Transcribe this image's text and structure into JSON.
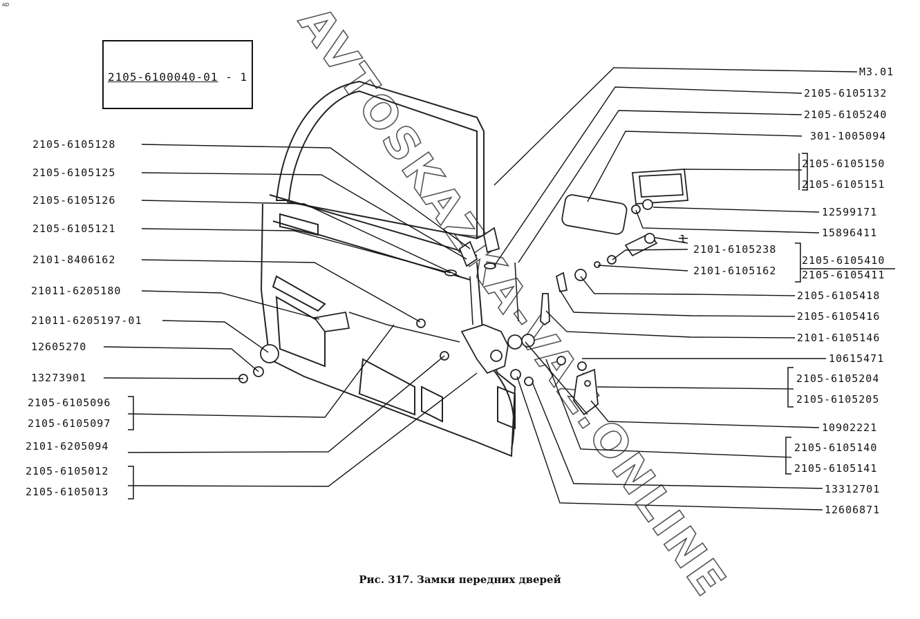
{
  "corner_mark": "AD",
  "assembly_box": {
    "label": "2105-6100040-01",
    "qty": "1"
  },
  "watermark": "AVTOSKAZKA-VAZ.ONLINE",
  "caption": "Рис. 317. Замки передних дверей",
  "left_labels": [
    "2105-6105128",
    "2105-6105125",
    "2105-6105126",
    "2105-6105121",
    "2101-8406162",
    "21011-6205180",
    "21011-6205197-01",
    "12605270",
    "13273901",
    "2105-6105096",
    "2105-6105097",
    "2101-6205094",
    "2105-6105012",
    "2105-6105013"
  ],
  "right_labels": [
    "М3.01",
    "2105-6105132",
    "2105-6105240",
    "301-1005094",
    "2105-6105150",
    "2105-6105151",
    "12599171",
    "15896411",
    "2105-6105418",
    "2105-6105416",
    "2101-6105146",
    "10615471",
    "2105-6105204",
    "2105-6105205",
    "10902221",
    "2105-6105140",
    "2105-6105141",
    "13312701",
    "12606871"
  ],
  "middle_labels": [
    "2101-6105238",
    "2101-6105162"
  ],
  "middle_qty": "1",
  "pair_labels": [
    "2105-6105410",
    "2105-6105411"
  ]
}
